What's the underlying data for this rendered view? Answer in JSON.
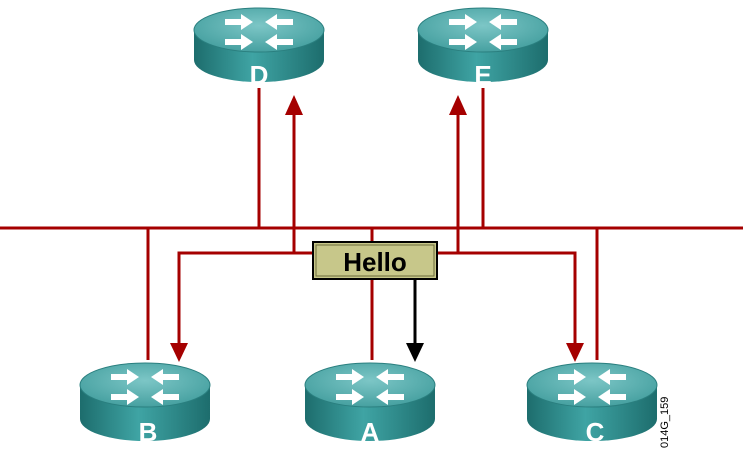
{
  "routers": {
    "d": {
      "label": "D"
    },
    "e": {
      "label": "E"
    },
    "b": {
      "label": "B"
    },
    "a": {
      "label": "A"
    },
    "c": {
      "label": "C"
    }
  },
  "hello_box": {
    "label": "Hello"
  },
  "figure_id": "014G_159",
  "colors": {
    "link": "#a50000",
    "router_top": "#5fb3b3",
    "router_side": "#2e8b8b",
    "hello_fill": "#c7c78a",
    "hello_border": "#000000"
  }
}
